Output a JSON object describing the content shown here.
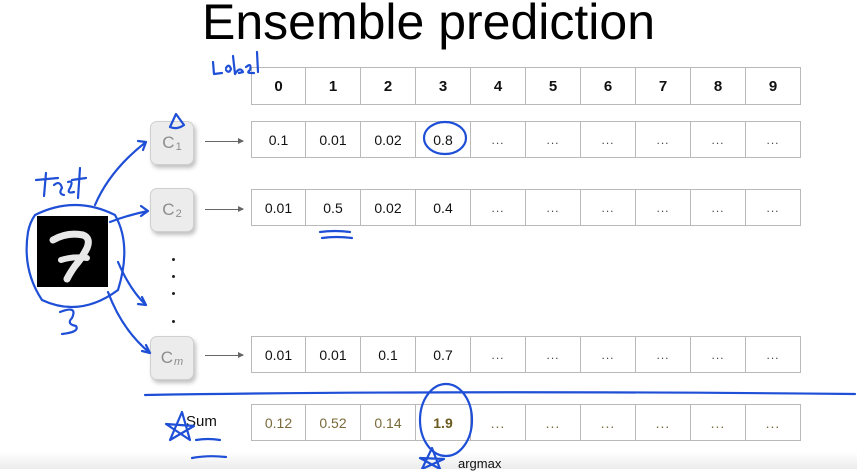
{
  "slide": {
    "title": "Ensemble prediction",
    "sum_label": "Sum",
    "argmax_label": "argmax"
  },
  "labels_header": [
    "0",
    "1",
    "2",
    "3",
    "4",
    "5",
    "6",
    "7",
    "8",
    "9"
  ],
  "classifiers": [
    {
      "base": "C",
      "sub": "1",
      "probs": [
        "0.1",
        "0.01",
        "0.02",
        "0.8",
        "...",
        "...",
        "...",
        "...",
        "...",
        "..."
      ]
    },
    {
      "base": "C",
      "sub": "2",
      "probs": [
        "0.01",
        "0.5",
        "0.02",
        "0.4",
        "...",
        "...",
        "...",
        "...",
        "...",
        "..."
      ]
    },
    {
      "base": "C",
      "sub": "m",
      "probs": [
        "0.01",
        "0.01",
        "0.1",
        "0.7",
        "...",
        "...",
        "...",
        "...",
        "...",
        "..."
      ]
    }
  ],
  "sum_row": [
    "0.12",
    "0.52",
    "0.14",
    "1.9",
    "...",
    "...",
    "...",
    "...",
    "...",
    "..."
  ],
  "annotations": {
    "label_word": "Label",
    "test_word": "test",
    "digit_label": "3"
  },
  "colors": {
    "ink": "#1e4fd6",
    "sum_text": "#7a6a3a",
    "grid_border": "#b9b9b9"
  }
}
